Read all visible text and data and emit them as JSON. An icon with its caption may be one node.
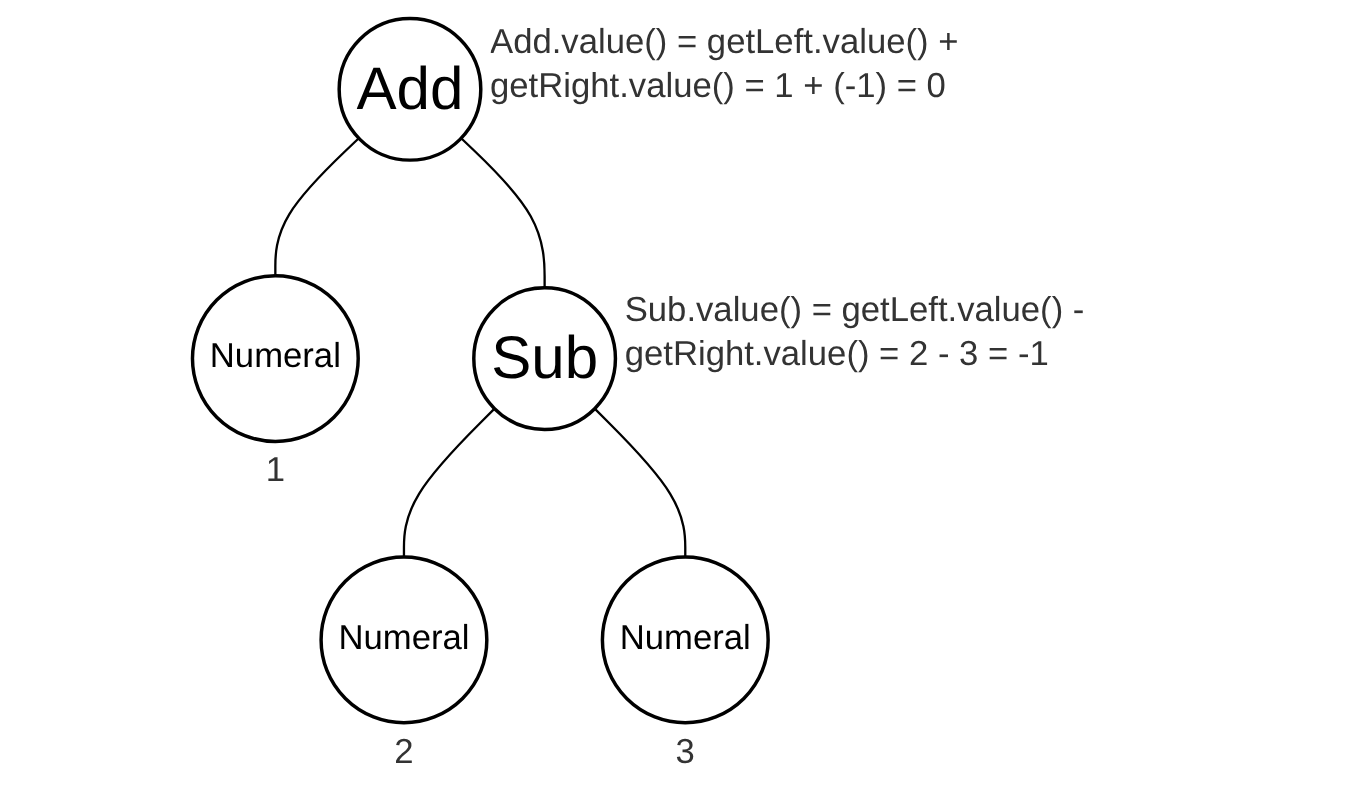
{
  "diagram": {
    "nodes": [
      {
        "text": [
          "Add"
        ],
        "beside": [
          "Add.value() = getLeft.value() + getRight.value() = 1 + (-1) = 0"
        ]
      },
      {
        "text": [
          "Numeral"
        ],
        "beside": [
          "1"
        ]
      },
      {
        "text": [
          "Sub"
        ],
        "beside": [
          "Sub.value() = getLeft.value() - getRight.value() = 2 - 3 = -1"
        ]
      },
      {
        "text": [
          "Numeral"
        ],
        "beside": [
          "2"
        ]
      },
      {
        "text": [
          "Numeral"
        ],
        "beside": [
          "3"
        ]
      }
    ],
    "edges": [
      {
        "from": 0,
        "to": 1,
        "arrow": "none"
      },
      {
        "from": 0,
        "to": 2,
        "arrow": "none"
      },
      {
        "from": 2,
        "to": 3,
        "arrow": "none"
      },
      {
        "from": 2,
        "to": 4,
        "arrow": "none"
      }
    ]
  }
}
